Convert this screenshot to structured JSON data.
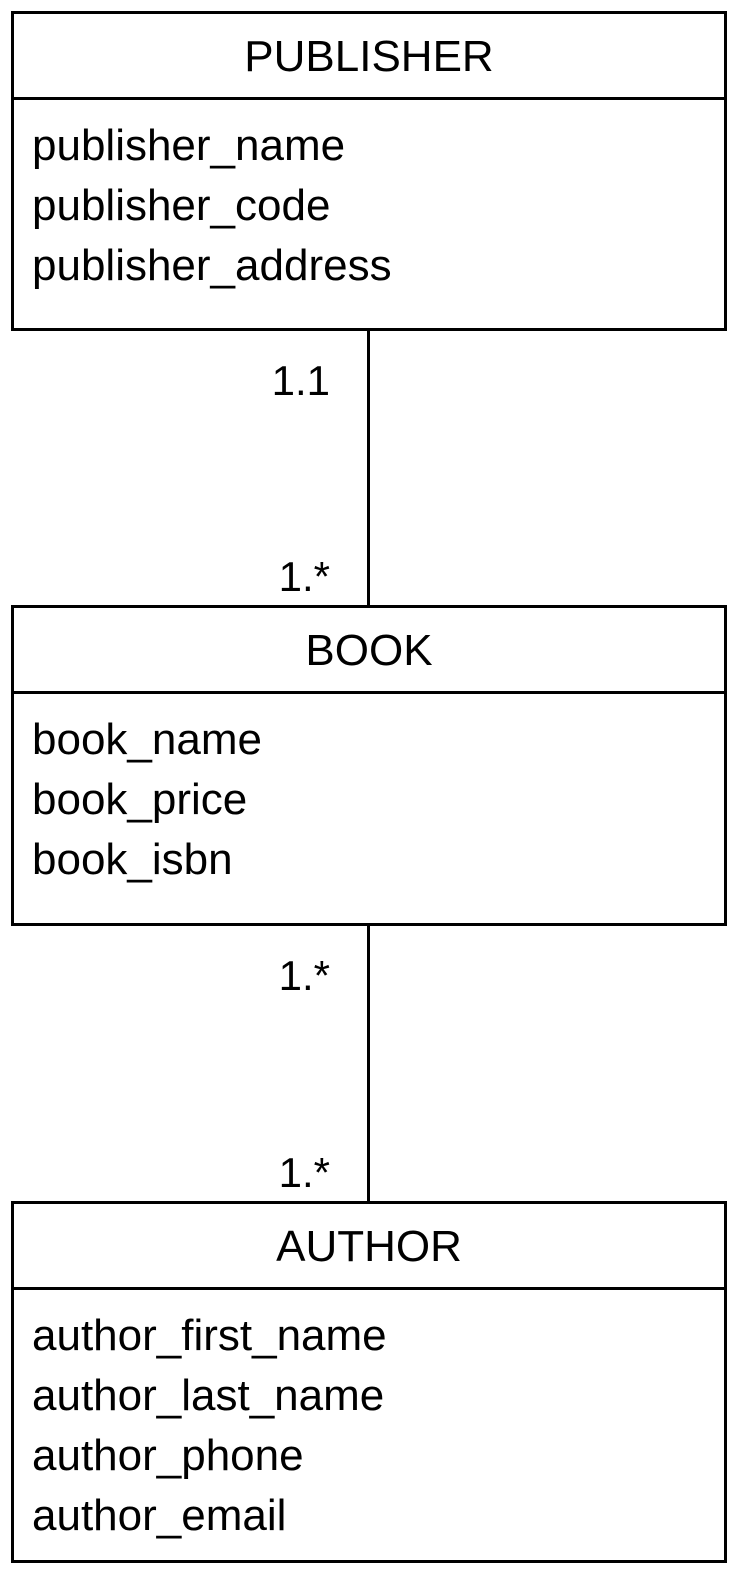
{
  "entities": [
    {
      "name": "PUBLISHER",
      "attributes": [
        "publisher_name",
        "publisher_code",
        "publisher_address"
      ]
    },
    {
      "name": "BOOK",
      "attributes": [
        "book_name",
        "book_price",
        "book_isbn"
      ]
    },
    {
      "name": "AUTHOR",
      "attributes": [
        "author_first_name",
        "author_last_name",
        "author_phone",
        "author_email"
      ]
    }
  ],
  "relationships": [
    {
      "from": "PUBLISHER",
      "to": "BOOK",
      "from_multiplicity": "1.1",
      "to_multiplicity": "1.*"
    },
    {
      "from": "BOOK",
      "to": "AUTHOR",
      "from_multiplicity": "1.*",
      "to_multiplicity": "1.*"
    }
  ]
}
